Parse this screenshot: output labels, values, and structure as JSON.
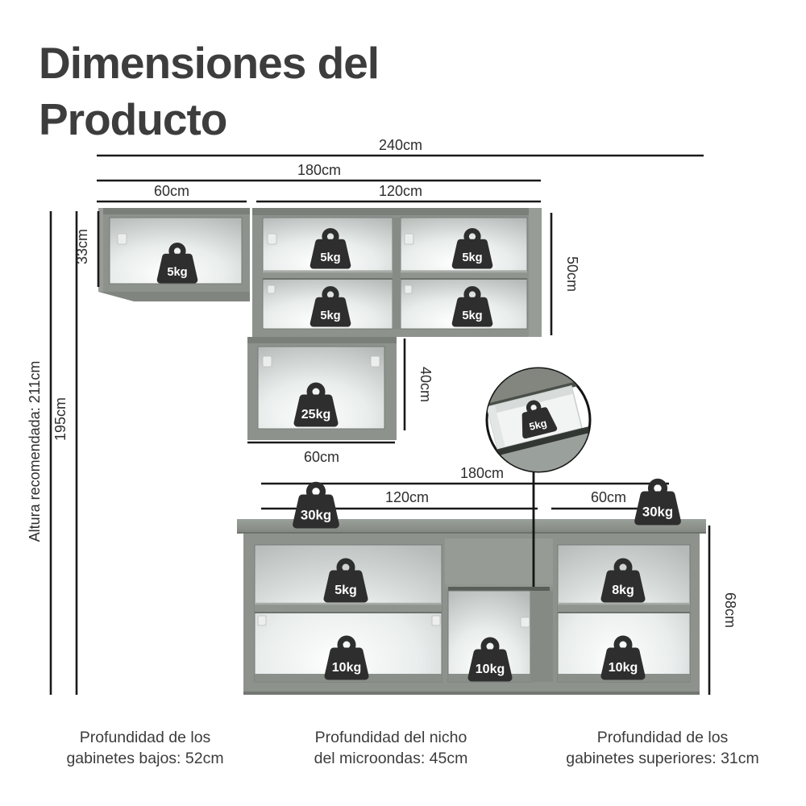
{
  "title": {
    "line1": "Dimensiones del",
    "line2": "Producto"
  },
  "dim_labels": {
    "top_240": "240cm",
    "top_180": "180cm",
    "top_60": "60cm",
    "top_120": "120cm",
    "left_altura": "Altura recomendada: 211cm",
    "left_195": "195cm",
    "left_33": "33cm",
    "right_50": "50cm",
    "mid_40": "40cm",
    "mid_60": "60cm",
    "low_180": "180cm",
    "low_120": "120cm",
    "low_60": "60cm",
    "low_68": "68cm"
  },
  "weights": {
    "upper_left": "5kg",
    "upper_right_top_left": "5kg",
    "upper_right_top_right": "5kg",
    "upper_right_bottom_left": "5kg",
    "upper_right_bottom_right": "5kg",
    "microwave_shelf": "25kg",
    "counter_left": "30kg",
    "counter_right": "30kg",
    "lower_left_top": "5kg",
    "lower_left_bottom": "10kg",
    "lower_middle_bottom": "10kg",
    "lower_right_top": "8kg",
    "lower_right_bottom": "10kg",
    "drawer_inset": "5kg"
  },
  "footnotes": [
    {
      "line1": "Profundidad de los",
      "line2": "gabinetes bajos: 52cm"
    },
    {
      "line1": "Profundidad del nicho",
      "line2": "del microondas: 45cm"
    },
    {
      "line1": "Profundidad de los",
      "line2": "gabinetes superiores: 31cm"
    }
  ],
  "colors": {
    "cabinet_gray": "#8e928d",
    "cabinet_dark": "#7b7f7a",
    "weight_dark": "#2e2e2e",
    "line_black": "#1a1a1a",
    "text_dark": "#3d3d3d",
    "background": "#ffffff"
  }
}
